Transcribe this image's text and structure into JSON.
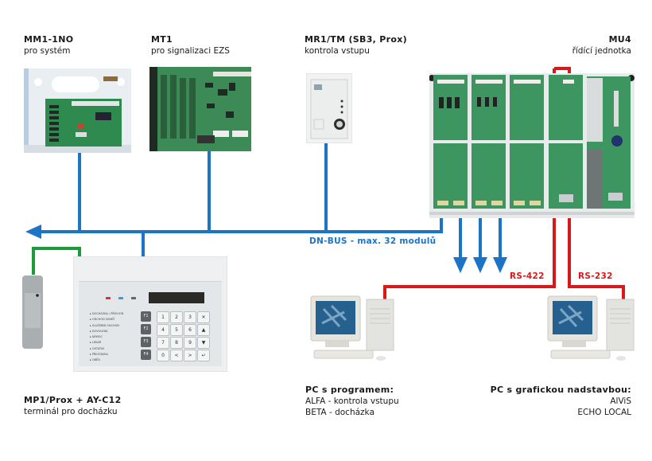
{
  "devices": {
    "mm1": {
      "title": "MM1-1NO",
      "subtitle": "pro systém"
    },
    "mt1": {
      "title": "MT1",
      "subtitle": "pro signalizaci EZS"
    },
    "mr1": {
      "title": "MR1/TM (SB3, Prox)",
      "subtitle": "kontrola vstupu"
    },
    "mu4": {
      "title": "MU4",
      "subtitle": "řídící jednotka"
    },
    "mp1": {
      "title": "MP1/Prox + AY-C12",
      "subtitle": "terminál pro docházku"
    },
    "pc1": {
      "title": "PC s programem:",
      "lines": [
        "ALFA - kontrola vstupu",
        "BETA - docházka"
      ]
    },
    "pc2": {
      "title": "PC s grafickou nadstavbou:",
      "lines": [
        "AlViS",
        "ECHO LOCAL"
      ]
    }
  },
  "connections": {
    "bus_label": "DN-BUS - max. 32 modulů",
    "rs422": "RS-422",
    "rs232": "RS-232"
  },
  "terminal": {
    "menu": [
      "DOCHÁZKA / PŘÍCHOD",
      "ODCHOD DOMŮ",
      "SLUŽEBNÍ ODCHOD",
      "DOVOLENÁ",
      "NEMOC",
      "LÉKAŘ",
      "OSTATNÍ",
      "PŘESTÁVKA",
      "OBĚD"
    ],
    "fkeys": [
      "F1",
      "F2",
      "F3",
      "F4"
    ],
    "keys": [
      "1",
      "2",
      "3",
      "✕",
      "4",
      "5",
      "6",
      "▲",
      "7",
      "8",
      "9",
      "▼",
      "0",
      "<",
      ">",
      "↵"
    ]
  },
  "colors": {
    "bus": "#1b74c6",
    "serial": "#d7191c",
    "reader": "#1f9a3a"
  }
}
